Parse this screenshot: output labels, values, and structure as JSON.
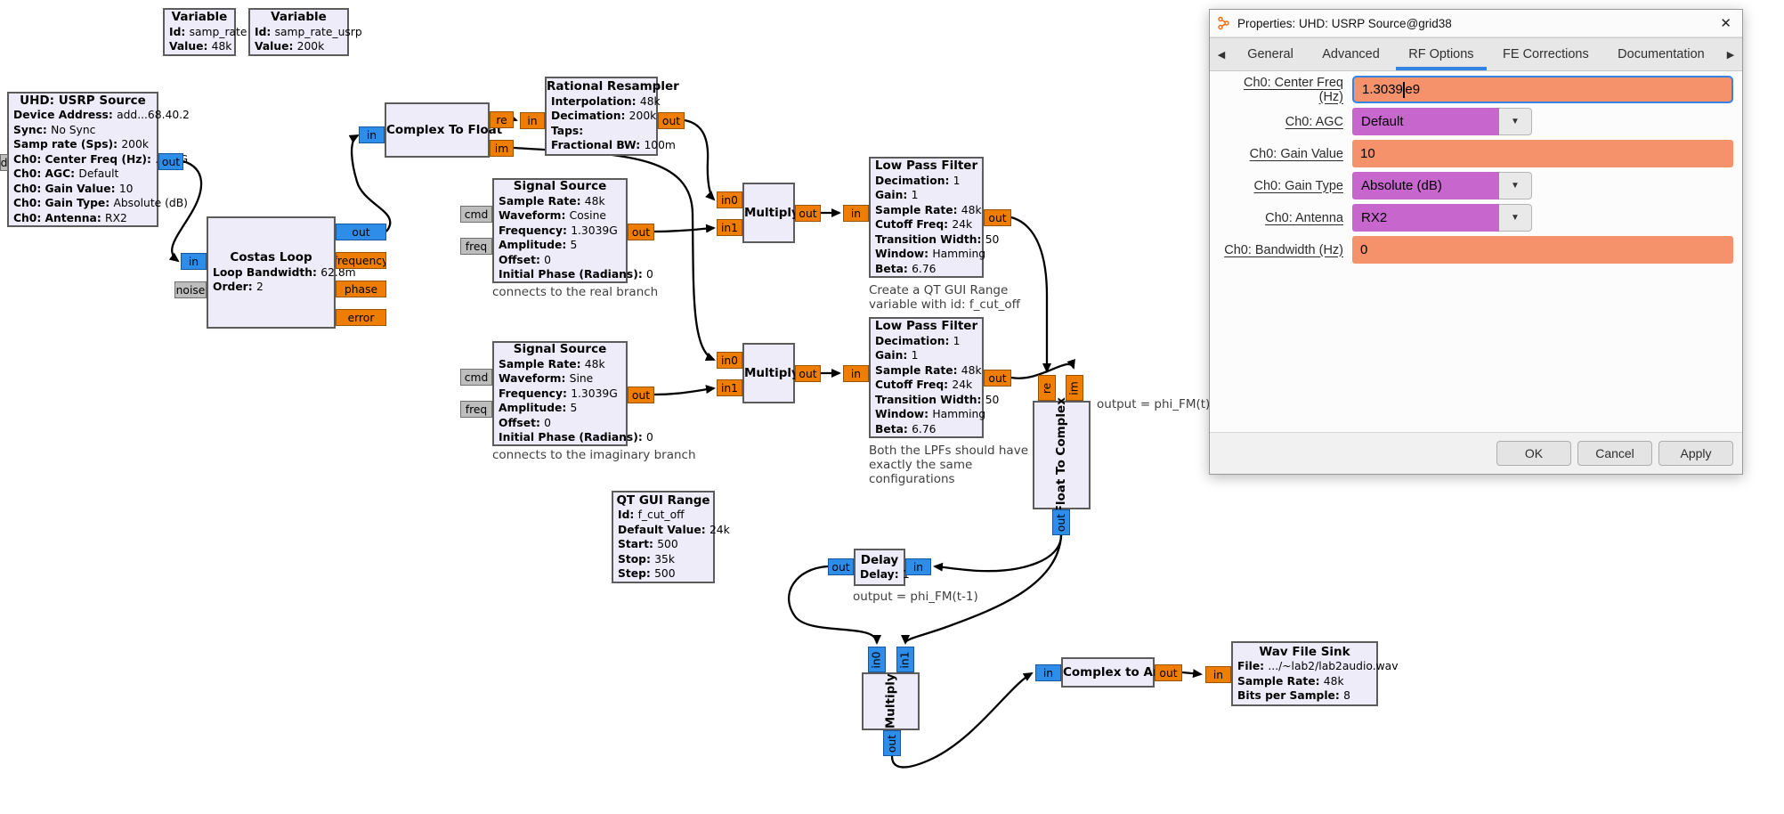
{
  "colors": {
    "accent": "#3584e4",
    "entry_bg": "#f5926b",
    "combo_bg": "#c767ce",
    "port_complex": "#2d8de9",
    "port_float": "#ef7e00",
    "port_message": "#bdbdbd",
    "block_fill": "#efecfa",
    "block_border": "#5c5c5c",
    "wire": "#000000"
  },
  "canvas": {
    "blocks": [
      {
        "id": "variable1",
        "title": "Variable",
        "params": [
          {
            "label": "Id",
            "value": "samp_rate"
          },
          {
            "label": "Value",
            "value": "48k"
          }
        ],
        "ports": []
      },
      {
        "id": "variable2",
        "title": "Variable",
        "params": [
          {
            "label": "Id",
            "value": "samp_rate_usrp"
          },
          {
            "label": "Value",
            "value": "200k"
          }
        ],
        "ports": []
      },
      {
        "id": "usrp_source",
        "title": "UHD: USRP Source",
        "params": [
          {
            "label": "Device Address",
            "value": "add...68.40.2"
          },
          {
            "label": "Sync",
            "value": "No Sync"
          },
          {
            "label": "Samp rate (Sps)",
            "value": "200k"
          },
          {
            "label": "Ch0: Center Freq (Hz)",
            "value": "...38G"
          },
          {
            "label": "Ch0: AGC",
            "value": "Default"
          },
          {
            "label": "Ch0: Gain Value",
            "value": "10"
          },
          {
            "label": "Ch0: Gain Type",
            "value": "Absolute (dB)"
          },
          {
            "label": "Ch0: Antenna",
            "value": "RX2"
          }
        ],
        "ports": [
          {
            "label": "out",
            "type": "complex"
          },
          {
            "label": "d",
            "type": "message"
          }
        ]
      },
      {
        "id": "costas_loop",
        "title": "Costas Loop",
        "params": [
          {
            "label": "Loop Bandwidth",
            "value": "62.8m"
          },
          {
            "label": "Order",
            "value": "2"
          }
        ],
        "ports": [
          {
            "label": "in",
            "type": "complex"
          },
          {
            "label": "noise",
            "type": "message"
          },
          {
            "label": "out",
            "type": "complex"
          },
          {
            "label": "frequency",
            "type": "float"
          },
          {
            "label": "phase",
            "type": "float"
          },
          {
            "label": "error",
            "type": "float"
          }
        ]
      },
      {
        "id": "complex_to_float",
        "title": "Complex To Float",
        "params": [],
        "ports": [
          {
            "label": "in",
            "type": "complex"
          },
          {
            "label": "re",
            "type": "float"
          },
          {
            "label": "im",
            "type": "float"
          }
        ]
      },
      {
        "id": "rational_resampler",
        "title": "Rational Resampler",
        "params": [
          {
            "label": "Interpolation",
            "value": "48k"
          },
          {
            "label": "Decimation",
            "value": "200k"
          },
          {
            "label": "Taps",
            "value": ""
          },
          {
            "label": "Fractional BW",
            "value": "100m"
          }
        ],
        "ports": [
          {
            "label": "in",
            "type": "float"
          },
          {
            "label": "out",
            "type": "float"
          }
        ]
      },
      {
        "id": "signal_source1",
        "title": "Signal Source",
        "params": [
          {
            "label": "Sample Rate",
            "value": "48k"
          },
          {
            "label": "Waveform",
            "value": "Cosine"
          },
          {
            "label": "Frequency",
            "value": "1.3039G"
          },
          {
            "label": "Amplitude",
            "value": "5"
          },
          {
            "label": "Offset",
            "value": "0"
          },
          {
            "label": "Initial Phase (Radians)",
            "value": "0"
          }
        ],
        "ports": [
          {
            "label": "cmd",
            "type": "message"
          },
          {
            "label": "freq",
            "type": "message"
          },
          {
            "label": "out",
            "type": "float"
          }
        ]
      },
      {
        "id": "signal_source2",
        "title": "Signal Source",
        "params": [
          {
            "label": "Sample Rate",
            "value": "48k"
          },
          {
            "label": "Waveform",
            "value": "Sine"
          },
          {
            "label": "Frequency",
            "value": "1.3039G"
          },
          {
            "label": "Amplitude",
            "value": "5"
          },
          {
            "label": "Offset",
            "value": "0"
          },
          {
            "label": "Initial Phase (Radians)",
            "value": "0"
          }
        ],
        "ports": [
          {
            "label": "cmd",
            "type": "message"
          },
          {
            "label": "freq",
            "type": "message"
          },
          {
            "label": "out",
            "type": "float"
          }
        ]
      },
      {
        "id": "multiply1",
        "title": "Multiply",
        "params": [],
        "ports": [
          {
            "label": "in0",
            "type": "float"
          },
          {
            "label": "in1",
            "type": "float"
          },
          {
            "label": "out",
            "type": "float"
          }
        ]
      },
      {
        "id": "multiply2",
        "title": "Multiply",
        "params": [],
        "ports": [
          {
            "label": "in0",
            "type": "float"
          },
          {
            "label": "in1",
            "type": "float"
          },
          {
            "label": "out",
            "type": "float"
          }
        ]
      },
      {
        "id": "lpf1",
        "title": "Low Pass Filter",
        "params": [
          {
            "label": "Decimation",
            "value": "1"
          },
          {
            "label": "Gain",
            "value": "1"
          },
          {
            "label": "Sample Rate",
            "value": "48k"
          },
          {
            "label": "Cutoff Freq",
            "value": "24k"
          },
          {
            "label": "Transition Width",
            "value": "50"
          },
          {
            "label": "Window",
            "value": "Hamming"
          },
          {
            "label": "Beta",
            "value": "6.76"
          }
        ],
        "ports": [
          {
            "label": "in",
            "type": "float"
          },
          {
            "label": "out",
            "type": "float"
          }
        ]
      },
      {
        "id": "lpf2",
        "title": "Low Pass Filter",
        "params": [
          {
            "label": "Decimation",
            "value": "1"
          },
          {
            "label": "Gain",
            "value": "1"
          },
          {
            "label": "Sample Rate",
            "value": "48k"
          },
          {
            "label": "Cutoff Freq",
            "value": "24k"
          },
          {
            "label": "Transition Width",
            "value": "50"
          },
          {
            "label": "Window",
            "value": "Hamming"
          },
          {
            "label": "Beta",
            "value": "6.76"
          }
        ],
        "ports": [
          {
            "label": "in",
            "type": "float"
          },
          {
            "label": "out",
            "type": "float"
          }
        ]
      },
      {
        "id": "qt_gui_range",
        "title": "QT GUI Range",
        "params": [
          {
            "label": "Id",
            "value": "f_cut_off"
          },
          {
            "label": "Default Value",
            "value": "24k"
          },
          {
            "label": "Start",
            "value": "500"
          },
          {
            "label": "Stop",
            "value": "35k"
          },
          {
            "label": "Step",
            "value": "500"
          }
        ],
        "ports": []
      },
      {
        "id": "float_to_complex",
        "title": "Float To Complex",
        "params": [],
        "ports": [
          {
            "label": "re",
            "type": "float"
          },
          {
            "label": "im",
            "type": "float"
          },
          {
            "label": "out",
            "type": "complex"
          }
        ]
      },
      {
        "id": "delay",
        "title": "Delay",
        "params": [
          {
            "label": "Delay",
            "value": "1"
          }
        ],
        "ports": [
          {
            "label": "out",
            "type": "complex"
          },
          {
            "label": "in",
            "type": "complex"
          }
        ]
      },
      {
        "id": "multiply3",
        "title": "Multiply",
        "params": [],
        "ports": [
          {
            "label": "in0",
            "type": "complex"
          },
          {
            "label": "in1",
            "type": "complex"
          },
          {
            "label": "out",
            "type": "complex"
          }
        ]
      },
      {
        "id": "complex_to_arg",
        "title": "Complex to Arg",
        "params": [],
        "ports": [
          {
            "label": "in",
            "type": "complex"
          },
          {
            "label": "out",
            "type": "float"
          }
        ]
      },
      {
        "id": "wav_file_sink",
        "title": "Wav File Sink",
        "params": [
          {
            "label": "File",
            "value": ".../~lab2/lab2audio.wav"
          },
          {
            "label": "Sample Rate",
            "value": "48k"
          },
          {
            "label": "Bits per Sample",
            "value": "8"
          }
        ],
        "ports": [
          {
            "label": "in",
            "type": "float"
          }
        ]
      }
    ],
    "notes": [
      {
        "id": "real-branch",
        "lines": [
          "connects to the real branch"
        ]
      },
      {
        "id": "imag-branch",
        "lines": [
          "connects to the imaginary branch"
        ]
      },
      {
        "id": "lpf1-comment",
        "lines": [
          "Create a QT GUI Range",
          "variable with id: f_cut_off"
        ]
      },
      {
        "id": "lpf2-comment",
        "lines": [
          "Both the LPFs should have",
          "exactly the same",
          "configurations"
        ]
      },
      {
        "id": "output-phi-fm-t",
        "lines": [
          "output = phi_FM(t)"
        ]
      },
      {
        "id": "output-phi-fm-t1",
        "lines": [
          "output = phi_FM(t-1)"
        ]
      }
    ],
    "connections": [
      {
        "from": "usrp_source.out",
        "to": "costas_loop.in"
      },
      {
        "from": "costas_loop.out",
        "to": "complex_to_float.in"
      },
      {
        "from": "complex_to_float.re",
        "to": "rational_resampler.in"
      },
      {
        "from": "rational_resampler.out",
        "to": "multiply1.in0"
      },
      {
        "from": "complex_to_float.im",
        "to": "multiply2.in0"
      },
      {
        "from": "signal_source1.out",
        "to": "multiply1.in1"
      },
      {
        "from": "signal_source2.out",
        "to": "multiply2.in1"
      },
      {
        "from": "multiply1.out",
        "to": "lpf1.in"
      },
      {
        "from": "multiply2.out",
        "to": "lpf2.in"
      },
      {
        "from": "lpf1.out",
        "to": "float_to_complex.re"
      },
      {
        "from": "lpf2.out",
        "to": "float_to_complex.im"
      },
      {
        "from": "float_to_complex.out",
        "to": "delay.in"
      },
      {
        "from": "float_to_complex.out",
        "to": "multiply3.in1"
      },
      {
        "from": "delay.out",
        "to": "multiply3.in0"
      },
      {
        "from": "multiply3.out",
        "to": "complex_to_arg.in"
      },
      {
        "from": "complex_to_arg.out",
        "to": "wav_file_sink.in"
      }
    ]
  },
  "dialog": {
    "title": "Properties: UHD: USRP Source@grid38",
    "close_label": "✕",
    "tabs": [
      "General",
      "Advanced",
      "RF Options",
      "FE Corrections",
      "Documentation"
    ],
    "active_tab": "RF Options",
    "scroll_left": "◀",
    "scroll_right": "▶",
    "fields": [
      {
        "label": "Ch0: Center Freq (Hz)",
        "type": "text",
        "value_pre": "1.3039",
        "value_post": "e9",
        "focused": true
      },
      {
        "label": "Ch0: AGC",
        "type": "combo",
        "value": "Default"
      },
      {
        "label": "Ch0: Gain Value",
        "type": "text",
        "value": "10"
      },
      {
        "label": "Ch0: Gain Type",
        "type": "combo",
        "value": "Absolute (dB)"
      },
      {
        "label": "Ch0: Antenna",
        "type": "combo",
        "value": "RX2"
      },
      {
        "label": "Ch0: Bandwidth (Hz)",
        "type": "text",
        "value": "0"
      }
    ],
    "buttons": [
      "OK",
      "Cancel",
      "Apply"
    ]
  }
}
